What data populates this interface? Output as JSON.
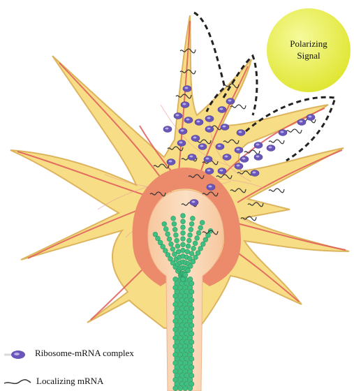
{
  "signal": {
    "line1": "Polarizing",
    "line2": "Signal"
  },
  "legend": {
    "ribosome": "Ribosome-mRNA complex",
    "mrna": "Localizing mRNA"
  },
  "colors": {
    "cell_fill": "#f7de86",
    "cell_outline": "#ddb45e",
    "fiber": "#e05a5a",
    "cortex": "#ec8b6c",
    "nucleus_region": "#f9c7a3",
    "microtubule": "#3fbf82",
    "ribosome": "#6a55b8",
    "signal": "#e8ee3c"
  }
}
